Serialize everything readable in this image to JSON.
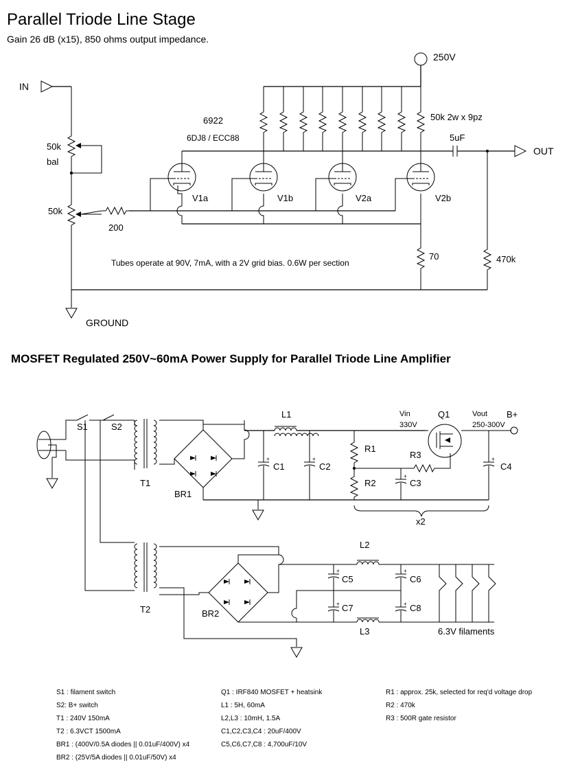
{
  "amp": {
    "title": "Parallel Triode Line Stage",
    "subtitle": "Gain 26 dB (x15), 850 ohms output impedance.",
    "supply_label": "250V",
    "in_label": "IN",
    "out_label": "OUT",
    "ground_label": "GROUND",
    "tube_type": "6922",
    "tube_alt": "6DJ8 / ECC88",
    "plate_res": "50k 2w x 9pz",
    "cap_label": "5uF",
    "pot1_label": "50k",
    "pot1_sub": "bal",
    "pot2_label": "50k",
    "grid_res": "200",
    "cathode_res": "70",
    "out_res": "470k",
    "v1a": "V1a",
    "v1b": "V1b",
    "v2a": "V2a",
    "v2b": "V2b",
    "note": "Tubes operate at 90V, 7mA, with a 2V grid bias. 0.6W per section"
  },
  "ps": {
    "title": "MOSFET Regulated 250V~60mA Power Supply for Parallel Triode Line Amplifier",
    "s1": "S1",
    "s2": "S2",
    "t1": "T1",
    "t2": "T2",
    "br1": "BR1",
    "br2": "BR2",
    "l1": "L1",
    "l2": "L2",
    "l3": "L3",
    "c1": "C1",
    "c2": "C2",
    "c3": "C3",
    "c4": "C4",
    "c5": "C5",
    "c6": "C6",
    "c7": "C7",
    "c8": "C8",
    "r1": "R1",
    "r2": "R2",
    "r3": "R3",
    "q1": "Q1",
    "vin": "Vin",
    "vin_val": "330V",
    "vout": "Vout",
    "vout_val": "250-300V",
    "bplus": "B+",
    "x2": "x2",
    "filaments": "6.3V filaments"
  },
  "legend": {
    "col1": [
      "S1 : filament switch",
      "S2: B+ switch",
      "T1 : 240V  150mA",
      "T2 : 6.3VCT 1500mA",
      "BR1 : (400V/0.5A diodes || 0.01uF/400V) x4",
      "BR2 : (25V/5A diodes || 0.01uF/50V) x4"
    ],
    "col2": [
      "Q1 : IRF840 MOSFET + heatsink",
      "L1 : 5H, 60mA",
      "L2,L3 : 10mH, 1.5A",
      "C1,C2,C3,C4 : 20uF/400V",
      "C5,C6,C7,C8 : 4,700uF/10V"
    ],
    "col3": [
      "R1 : approx. 25k, selected for req'd voltage drop",
      "R2 : 470k",
      "R3 : 500R gate resistor"
    ]
  }
}
